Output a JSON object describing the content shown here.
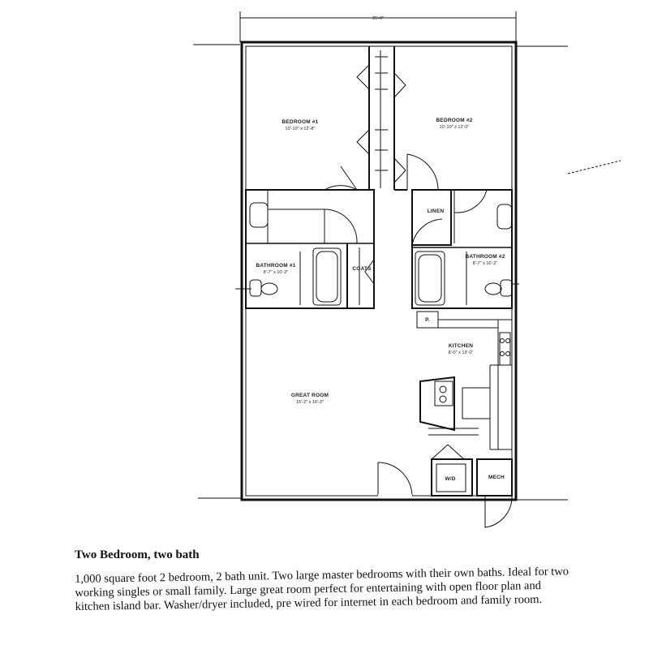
{
  "plan": {
    "overall_width": "25'-0\"",
    "rooms": {
      "bedroom1": {
        "name": "BEDROOM #1",
        "size": "10'-10\" x 12'-8\""
      },
      "bedroom2": {
        "name": "BEDROOM #2",
        "size": "10'-10\" x 12'-0\""
      },
      "linen": {
        "name": "LINEN"
      },
      "bathroom1": {
        "name": "BATHROOM #1",
        "size": "8'-7\" x 10'-2\""
      },
      "bathroom2": {
        "name": "BATHROOM #2",
        "size": "8'-7\" x 10'-2\""
      },
      "coats": {
        "name": "COATS"
      },
      "pantry": {
        "name": "P."
      },
      "kitchen": {
        "name": "KITCHEN",
        "size": "8'-0\" x 13'-0\""
      },
      "great_room": {
        "name": "GREAT ROOM",
        "size": "15'-2\" x 16'-3\""
      },
      "wd": {
        "name": "W/D"
      },
      "mech": {
        "name": "MECH"
      }
    }
  },
  "title": "Two Bedroom, two bath",
  "description": "1,000 square foot 2 bedroom, 2 bath unit. Two large master bedrooms with their own baths. Ideal for two working singles or small family. Large great room perfect for entertaining with open floor plan and kitchen island bar. Washer/dryer included, pre wired for internet in each bedroom and family room."
}
